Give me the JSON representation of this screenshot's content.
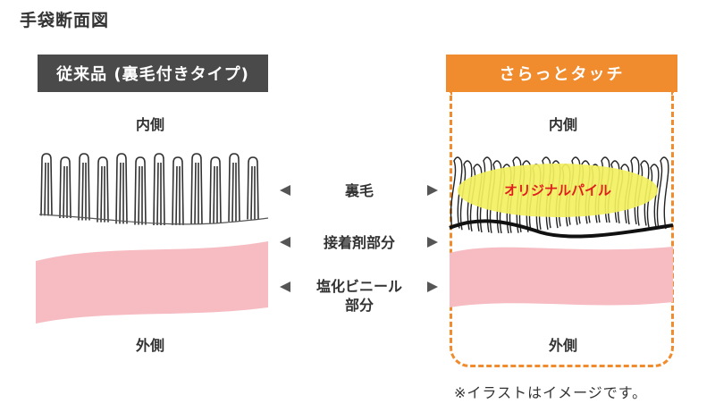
{
  "title": "手袋断面図",
  "left_panel": {
    "header": "従来品 (裏毛付きタイプ)",
    "inner_label": "内側",
    "outer_label": "外側"
  },
  "right_panel": {
    "header": "さらっとタッチ",
    "inner_label": "内側",
    "outer_label": "外側",
    "pile_label": "オリジナルパイル"
  },
  "layers": {
    "pile": "裏毛",
    "adhesive": "接着剤部分",
    "pvc_line1": "塩化ビニール",
    "pvc_line2": "部分"
  },
  "note": "※イラストはイメージです。",
  "colors": {
    "orange": "#f08c2e",
    "dark_header": "#4a4a4a",
    "pink": "#f6bcc2",
    "yellow": "#f3f060",
    "pile_label_red": "#e01e1e"
  }
}
